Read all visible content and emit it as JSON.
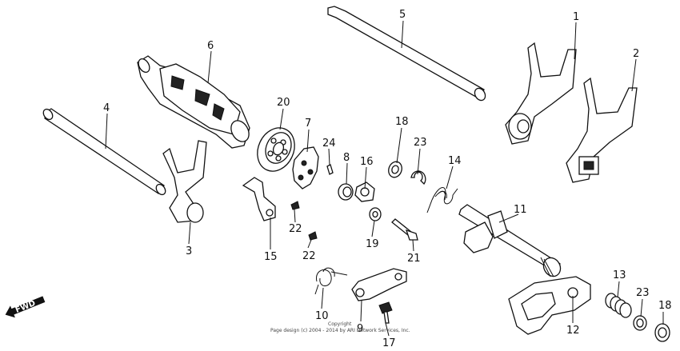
{
  "callouts": [
    "1",
    "2",
    "3",
    "4",
    "5",
    "6",
    "7",
    "8",
    "9",
    "10",
    "11",
    "12",
    "13",
    "14",
    "15",
    "16",
    "17",
    "18",
    "19",
    "20",
    "21",
    "22",
    "23",
    "24"
  ],
  "callout_extra": {
    "22b": "22",
    "23b": "23",
    "18b": "18"
  },
  "direction_label": "FWD",
  "copyright_line1": "Copyright",
  "copyright_line2": "Page design (c) 2004 - 2014 by ARI Network Services, Inc."
}
